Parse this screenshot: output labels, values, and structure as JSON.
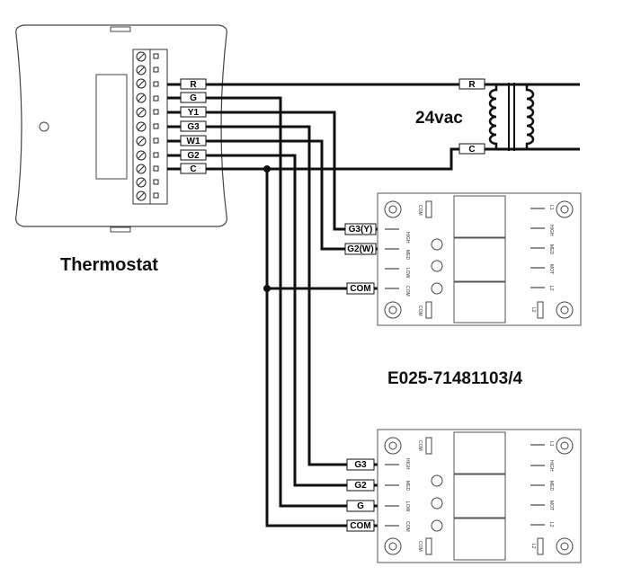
{
  "thermostat": {
    "title": "Thermostat",
    "terminals": [
      "R",
      "G",
      "Y1",
      "G3",
      "W1",
      "G2",
      "C"
    ]
  },
  "transformer": {
    "voltage": "24vac",
    "terminals": [
      "R",
      "C"
    ]
  },
  "board_top": {
    "model": "E025-71481103/4",
    "inputs": [
      "G3(Y)",
      "G2(W)",
      "COM"
    ]
  },
  "board_bottom": {
    "inputs": [
      "G3",
      "G2",
      "G",
      "COM"
    ]
  },
  "board_pin_labels": {
    "high": "HIGH",
    "med": "MED",
    "low": "LOW",
    "com": "COM",
    "l1": "L1",
    "l2": "L2",
    "mot": "MOT"
  }
}
